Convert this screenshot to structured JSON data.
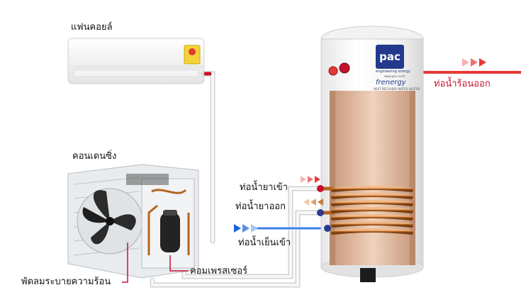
{
  "labels": {
    "fan_coil": "แฟนคอยล์",
    "condensing": "คอนเดนซิ่ง",
    "fan": "พัดลมระบายความร้อน",
    "compressor": "คอมเพรสเซอร์",
    "refrigerant_in": "ท่อน้ำยาเข้า",
    "refrigerant_out": "ท่อน้ำยาออก",
    "cold_water_in": "ท่อน้ำเย็นเข้า",
    "hot_water_out": "ท่อน้ำร้อนออก"
  },
  "tank": {
    "brand_logo": "pac",
    "tagline": "engineering energy",
    "website": "www.pac.co.th",
    "product_name": "frenergy",
    "product_subtitle": "HEAT RECOVERY WATER HEATER"
  },
  "colors": {
    "label_red": "#c8102e",
    "hot_arrow": "#e53935",
    "cold_arrow": "#1e63d6",
    "logo_blue": "#233a8c",
    "copper": "#b5651d"
  }
}
